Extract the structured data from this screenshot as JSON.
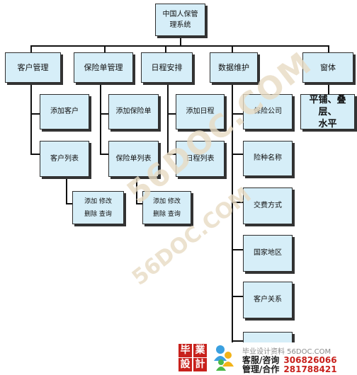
{
  "root": {
    "label": "中国人保管\n理系统"
  },
  "modules": [
    {
      "id": "customer",
      "label": "客户管理"
    },
    {
      "id": "policy",
      "label": "保险单管理"
    },
    {
      "id": "schedule",
      "label": "日程安排"
    },
    {
      "id": "data",
      "label": "数据维护"
    },
    {
      "id": "window",
      "label": "窗体"
    }
  ],
  "children": {
    "customer": [
      "添加客户",
      "客户列表"
    ],
    "policy": [
      "添加保险单",
      "保险单列表"
    ],
    "schedule": [
      "添加日程",
      "日程列表"
    ],
    "data": [
      "保险公司",
      "险种名称",
      "交费方式",
      "国家地区",
      "客户关系",
      ""
    ],
    "window": [
      "平铺、叠层、\n水平"
    ]
  },
  "operations": {
    "customer_list": "添加  修改\n删除  查询",
    "policy_list": "添加  修改\n删除  查询"
  },
  "watermark": {
    "large": "56DOC.COM",
    "small": "56DOC.COM"
  },
  "footer": {
    "logo_chars": [
      "毕",
      "業",
      "設",
      "計"
    ],
    "site": "毕业设计资料 56DOC.COM",
    "service_label": "客服/咨询",
    "service_number": "306826066",
    "admin_label": "管理/合作",
    "admin_number": "281788421"
  },
  "colors": {
    "node_fill": "#d6eef8",
    "node_border": "#2f2f2f",
    "shadow": "#333333",
    "connector": "#111111",
    "accent_red": "#c8211c"
  }
}
